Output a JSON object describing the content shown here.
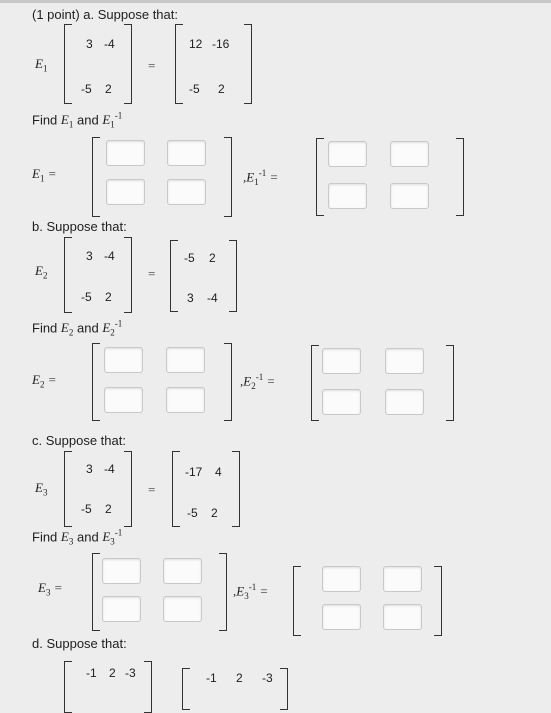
{
  "header": "(1 point) a. Suppose that:",
  "parts": [
    {
      "matrix_name": "E",
      "sub": "1",
      "lhs": [
        "3",
        "-4",
        "-5",
        "2"
      ],
      "rhs": [
        "12",
        "-16",
        "-5",
        "2"
      ],
      "find_prefix": "Find",
      "find_and": "and",
      "inv_sup": "-1",
      "eq": "=",
      "comma": ","
    },
    {
      "label": "b. Suppose that:",
      "matrix_name": "E",
      "sub": "2",
      "lhs": [
        "3",
        "-4",
        "-5",
        "2"
      ],
      "rhs": [
        "-5",
        "2",
        "3",
        "-4"
      ],
      "find_prefix": "Find",
      "find_and": "and",
      "inv_sup": "-1",
      "eq": "=",
      "comma": ","
    },
    {
      "label": "c. Suppose that:",
      "matrix_name": "E",
      "sub": "3",
      "lhs": [
        "3",
        "-4",
        "-5",
        "2"
      ],
      "rhs": [
        "-17",
        "4",
        "-5",
        "2"
      ],
      "find_prefix": "Find",
      "find_and": "and",
      "inv_sup": "-1",
      "eq": "=",
      "comma": ","
    },
    {
      "label": "d. Suppose that:",
      "lhs_row1": [
        "-1",
        "2",
        "-3"
      ],
      "rhs_row1": [
        "-1",
        "2",
        "-3"
      ]
    }
  ]
}
